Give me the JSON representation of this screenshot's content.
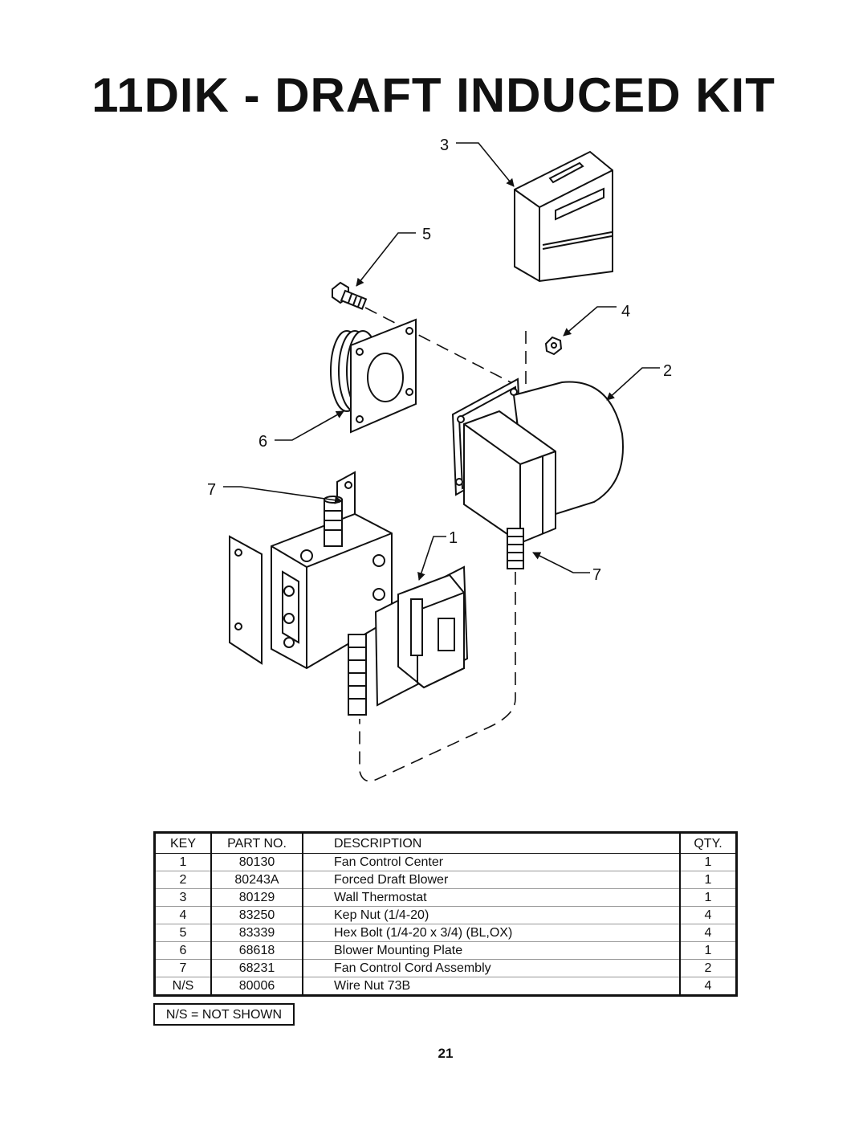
{
  "title": "11DIK - DRAFT INDUCED KIT",
  "callouts": {
    "c1": "1",
    "c2": "2",
    "c3": "3",
    "c4": "4",
    "c5": "5",
    "c6": "6",
    "c7a": "7",
    "c7b": "7"
  },
  "table": {
    "headers": {
      "key": "KEY",
      "part": "PART NO.",
      "desc": "DESCRIPTION",
      "qty": "QTY."
    },
    "rows": [
      {
        "key": "1",
        "part": "80130",
        "desc": "Fan Control Center",
        "qty": "1"
      },
      {
        "key": "2",
        "part": "80243A",
        "desc": "Forced Draft Blower",
        "qty": "1"
      },
      {
        "key": "3",
        "part": "80129",
        "desc": "Wall Thermostat",
        "qty": "1"
      },
      {
        "key": "4",
        "part": "83250",
        "desc": "Kep Nut (1/4-20)",
        "qty": "4"
      },
      {
        "key": "5",
        "part": "83339",
        "desc": "Hex Bolt (1/4-20 x 3/4) (BL,OX)",
        "qty": "4"
      },
      {
        "key": "6",
        "part": "68618",
        "desc": "Blower Mounting Plate",
        "qty": "1"
      },
      {
        "key": "7",
        "part": "68231",
        "desc": "Fan Control Cord Assembly",
        "qty": "2"
      },
      {
        "key": "N/S",
        "part": "80006",
        "desc": "Wire Nut 73B",
        "qty": "4"
      }
    ]
  },
  "note": "N/S = NOT SHOWN",
  "page_number": "21"
}
